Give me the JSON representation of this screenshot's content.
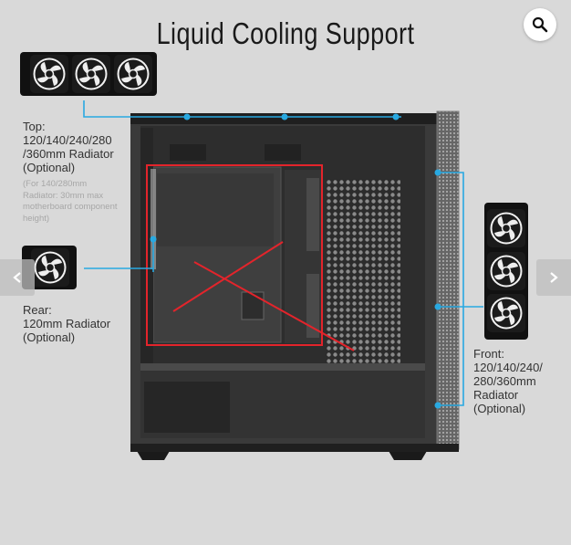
{
  "title": "Liquid Cooling Support",
  "labels": {
    "top": [
      "Top:",
      "120/140/240/280",
      "/360mm Radiator",
      "(Optional)"
    ],
    "top_note": [
      "(For 140/280mm",
      "Radiator: 30mm max",
      "motherboard component",
      "height)"
    ],
    "rear": [
      "Rear:",
      "120mm Radiator",
      "(Optional)"
    ],
    "front": [
      "Front:",
      "120/140/240/",
      "280/360mm",
      "Radiator",
      "(Optional)"
    ]
  },
  "icons": {
    "zoom": "magnifier-icon",
    "prev": "chevron-left-icon",
    "next": "chevron-right-icon"
  },
  "colors": {
    "background": "#d9d9d9",
    "accent_line": "#29a9e1",
    "marker_red": "#e3242b",
    "case_dark": "#2b2b2b"
  }
}
